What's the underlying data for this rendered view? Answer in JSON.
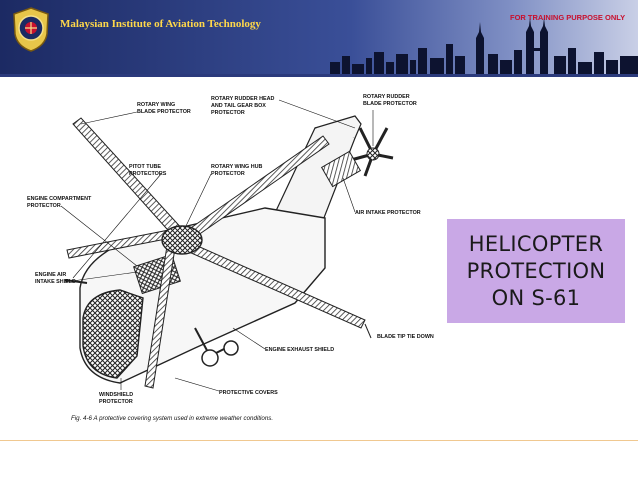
{
  "header": {
    "institute_name": "Malaysian Institute of Aviation Technology",
    "training_notice": "FOR TRAINING PURPOSE ONLY",
    "logo_icon": "unikl-miat-crest-icon",
    "skyline_icon": "city-skyline-icon"
  },
  "slide": {
    "title_lines": [
      "HELICOPTER",
      "PROTECTION",
      "ON S-61"
    ],
    "title_box_color": "#c9a8e6"
  },
  "diagram": {
    "labels": {
      "rotary_wing_blade": [
        "ROTARY WING",
        "BLADE PROTECTOR"
      ],
      "rudder_head": [
        "ROTARY RUDDER HEAD",
        "AND TAIL GEAR BOX",
        "PROTECTOR"
      ],
      "rudder_blade": [
        "ROTARY RUDDER",
        "BLADE PROTECTOR"
      ],
      "pitot_tube": [
        "PITOT TUBE",
        "PROTECTORS"
      ],
      "wing_hub": [
        "ROTARY WING HUB",
        "PROTECTOR"
      ],
      "engine_compartment": [
        "ENGINE COMPARTMENT",
        "PROTECTOR"
      ],
      "air_intake": "AIR INTAKE PROTECTOR",
      "engine_air_intake": [
        "ENGINE AIR",
        "INTAKE SHIELD"
      ],
      "blade_tie_down": "BLADE TIP TIE DOWN",
      "engine_exhaust": "ENGINE EXHAUST SHIELD",
      "windshield": [
        "WINDSHIELD",
        "PROTECTOR"
      ],
      "protective_covers": "PROTECTIVE COVERS"
    },
    "caption": "Fig. 4-6  A protective covering system used in extreme weather conditions."
  }
}
